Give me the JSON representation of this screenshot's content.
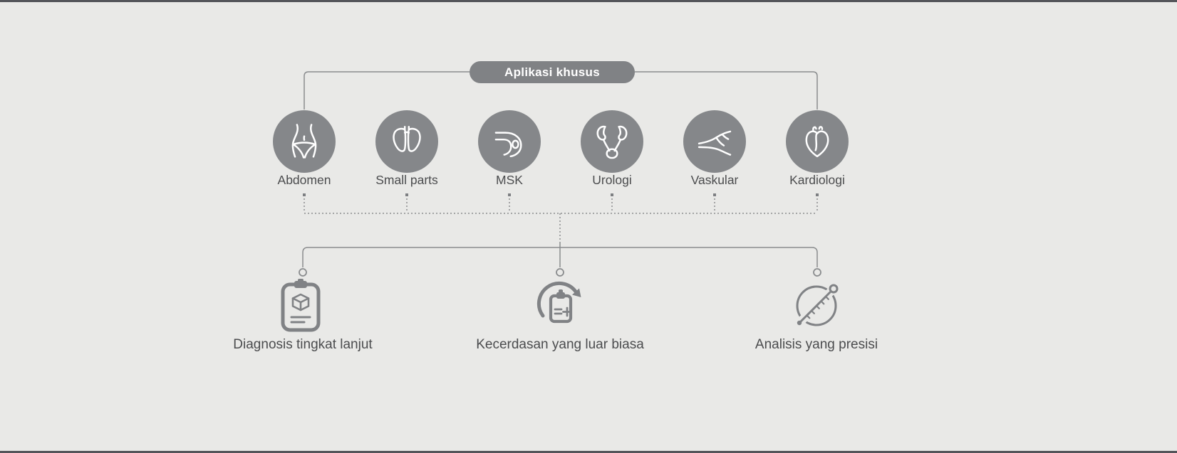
{
  "diagram": {
    "title": "Aplikasi khusus",
    "applications": [
      {
        "label": "Abdomen",
        "icon": "abdomen-icon"
      },
      {
        "label": "Small parts",
        "icon": "thyroid-icon"
      },
      {
        "label": "MSK",
        "icon": "knee-icon"
      },
      {
        "label": "Urologi",
        "icon": "urinary-icon"
      },
      {
        "label": "Vaskular",
        "icon": "vascular-icon"
      },
      {
        "label": "Kardiologi",
        "icon": "heart-icon"
      }
    ],
    "features": [
      {
        "label": "Diagnosis tingkat lanjut",
        "icon": "clipboard-cube-icon"
      },
      {
        "label": "Kecerdasan yang luar biasa",
        "icon": "clipboard-refresh-icon"
      },
      {
        "label": "Analisis yang presisi",
        "icon": "precision-ruler-icon"
      }
    ]
  },
  "colors": {
    "background": "#e9e9e7",
    "frame_line": "#54555a",
    "node_circle": "#85878a",
    "icon_stroke_on_circle": "#ffffff",
    "connector_line": "#8a8c8e",
    "pill_background": "#808285",
    "pill_text": "#ffffff",
    "label_text": "#4b4c4e",
    "feature_icon": "#808285"
  }
}
